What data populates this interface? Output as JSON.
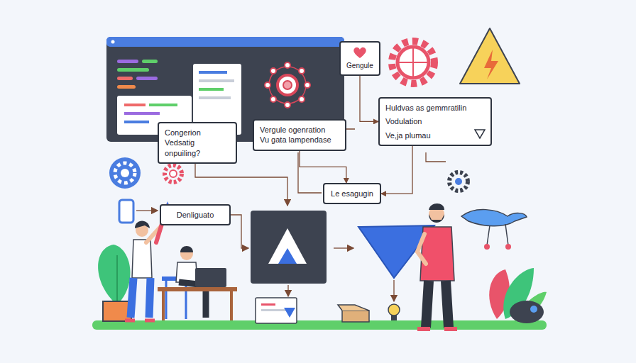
{
  "diagram": {
    "nodes": [
      {
        "text": [
          "Gengule"
        ]
      },
      {
        "text": [
          "Congerion",
          "Vedsatig onpuiling?"
        ]
      },
      {
        "text": [
          "Vergule ogenration",
          "Vu gata lampendase"
        ]
      },
      {
        "text": [
          "Huldvas as gemmratilin",
          "Vodulation",
          "Ve,ja plumau"
        ]
      },
      {
        "text": [
          "Le esagugin"
        ]
      },
      {
        "text": [
          "Denliguato"
        ]
      }
    ],
    "edges": [
      {
        "from": 0,
        "to": 3,
        "arrow": "to"
      },
      {
        "from": 2,
        "to": 4,
        "arrow": "to"
      },
      {
        "from": 3,
        "to": 4,
        "arrow": "to"
      }
    ]
  }
}
